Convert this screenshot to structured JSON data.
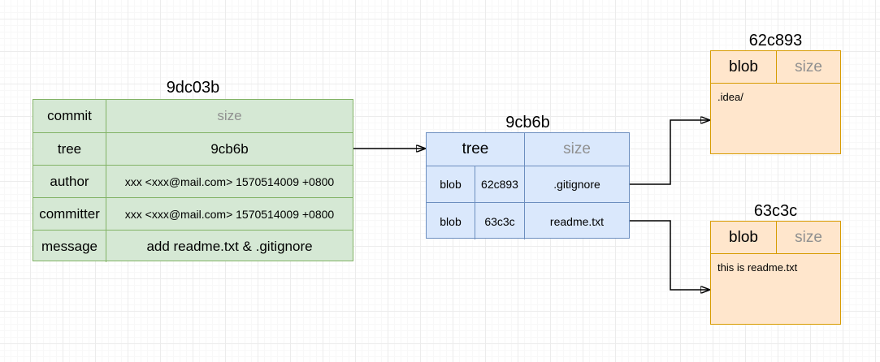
{
  "diagram": {
    "commit_object": {
      "title": "9dc03b",
      "rows": [
        {
          "label": "commit",
          "value": "size"
        },
        {
          "label": "tree",
          "value": "9cb6b"
        },
        {
          "label": "author",
          "value": "xxx <xxx@mail.com> 1570514009 +0800"
        },
        {
          "label": "committer",
          "value": "xxx <xxx@mail.com> 1570514009 +0800"
        },
        {
          "label": "message",
          "value": "add readme.txt & .gitignore"
        }
      ]
    },
    "tree_object": {
      "title": "9cb6b",
      "header": {
        "left": "tree",
        "right": "size"
      },
      "rows": [
        {
          "type": "blob",
          "hash": "62c893",
          "name": ".gitignore"
        },
        {
          "type": "blob",
          "hash": "63c3c",
          "name": "readme.txt"
        }
      ]
    },
    "blob_objects": [
      {
        "title": "62c893",
        "header": {
          "left": "blob",
          "right": "size"
        },
        "content": ".idea/"
      },
      {
        "title": "63c3c",
        "header": {
          "left": "blob",
          "right": "size"
        },
        "content": "this is readme.txt"
      }
    ],
    "colors": {
      "commit_fill": "#d5e8d4",
      "commit_border": "#82b366",
      "tree_fill": "#dae8fc",
      "tree_border": "#6c8ebf",
      "blob_fill": "#ffe6cc",
      "blob_border": "#d79b00",
      "muted_text": "#909090",
      "arrow": "#000000",
      "grid_line": "#ececec",
      "background": "#ffffff"
    }
  }
}
